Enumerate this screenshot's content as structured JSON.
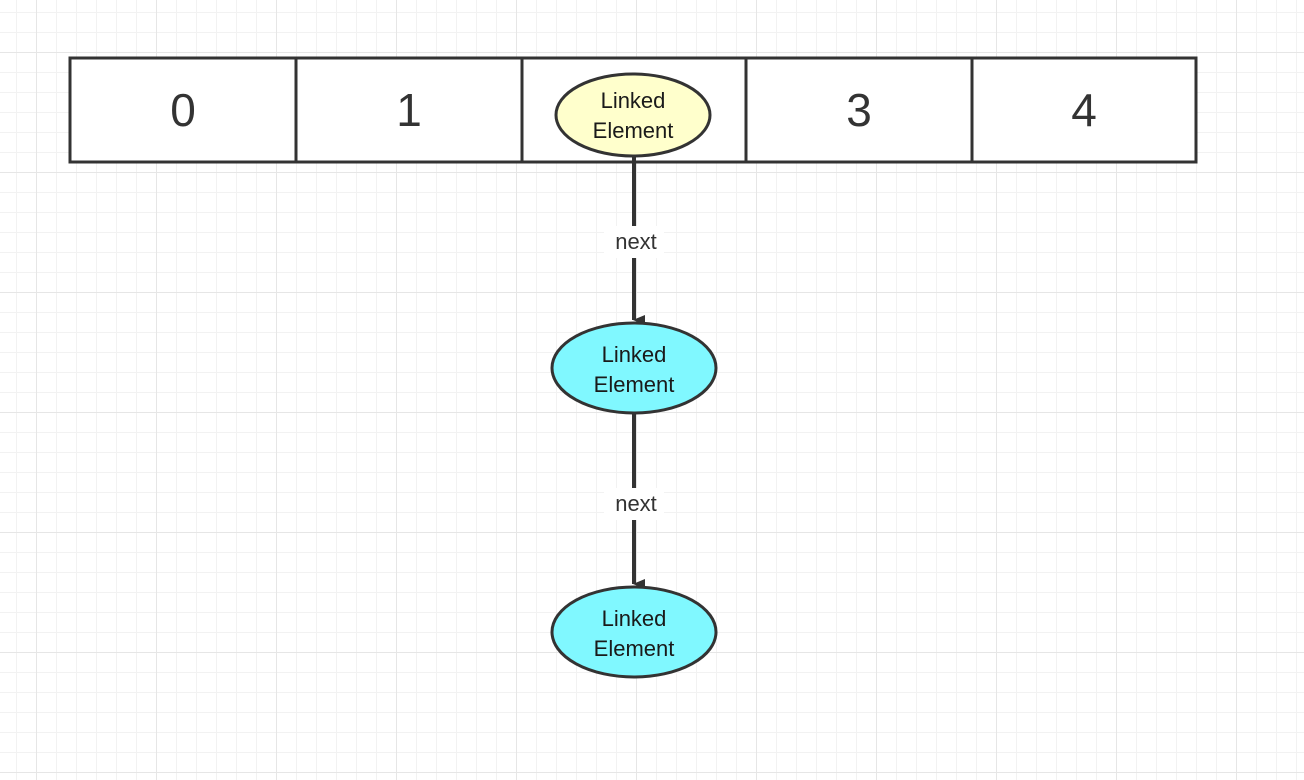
{
  "array": {
    "cells": [
      {
        "label": "0",
        "is_node": false
      },
      {
        "label": "1",
        "is_node": false
      },
      {
        "label": "",
        "is_node": true
      },
      {
        "label": "3",
        "is_node": false
      },
      {
        "label": "4",
        "is_node": false
      }
    ]
  },
  "nodes": [
    {
      "line1": "Linked",
      "line2": "Element",
      "fill": "#ffffcc"
    },
    {
      "line1": "Linked",
      "line2": "Element",
      "fill": "#80f8ff"
    },
    {
      "line1": "Linked",
      "line2": "Element",
      "fill": "#80f8ff"
    }
  ],
  "edges": [
    {
      "label": "next"
    },
    {
      "label": "next"
    }
  ],
  "colors": {
    "stroke": "#333333",
    "grid": "#e6e6e6"
  }
}
